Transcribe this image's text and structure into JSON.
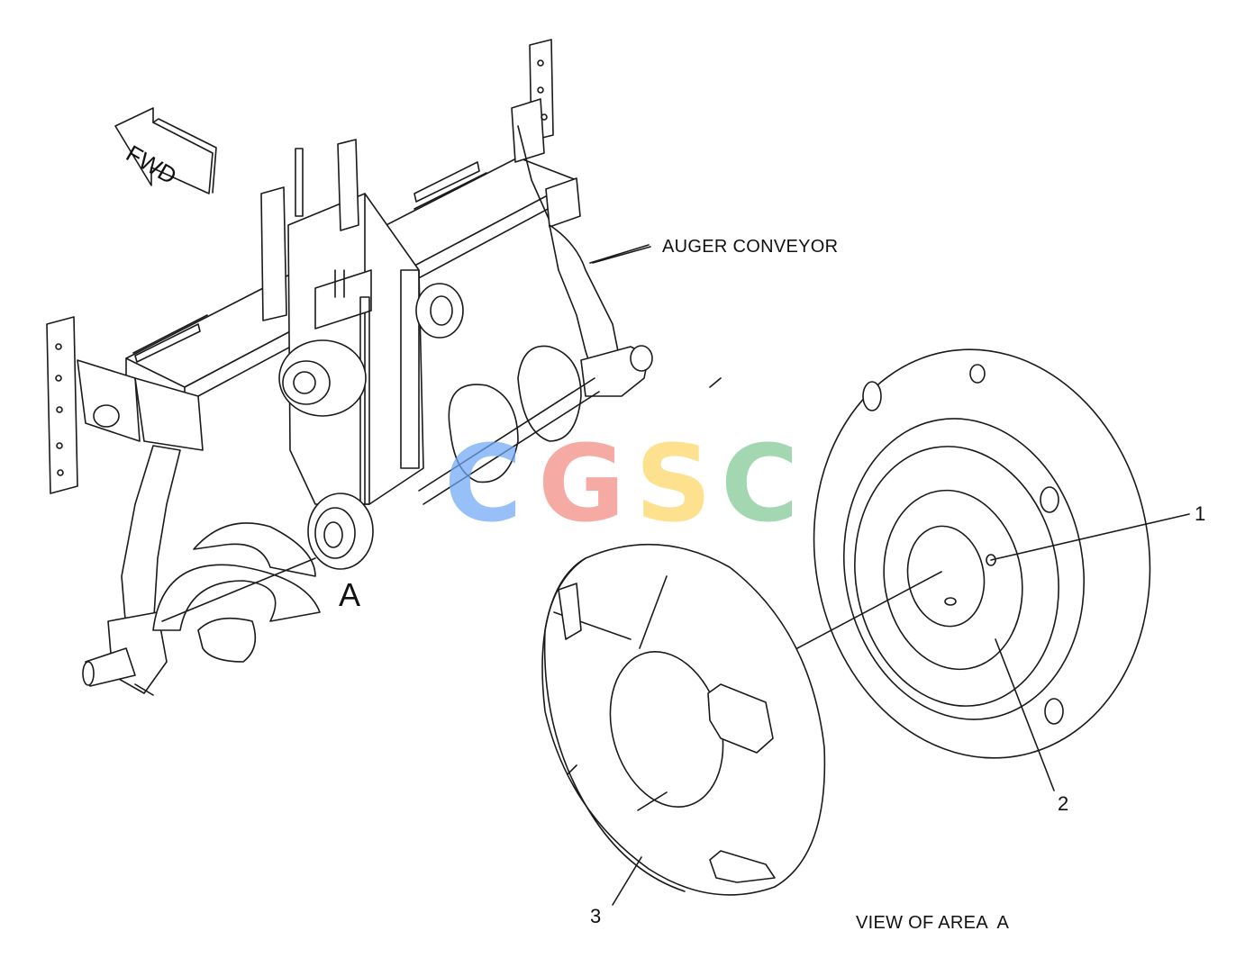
{
  "fwd_label": "FWD",
  "auger_label": "AUGER CONVEYOR",
  "area_marker": "A",
  "view_caption": "VIEW OF AREA  A",
  "callouts": {
    "c1": "1",
    "c2": "2",
    "c3": "3"
  },
  "watermark": {
    "letters": [
      "C",
      "G",
      "S",
      "C"
    ],
    "colors": [
      "#6fa8f5",
      "#f28b82",
      "#fdd663",
      "#81c995"
    ]
  },
  "line_color": "#1a1a1a"
}
